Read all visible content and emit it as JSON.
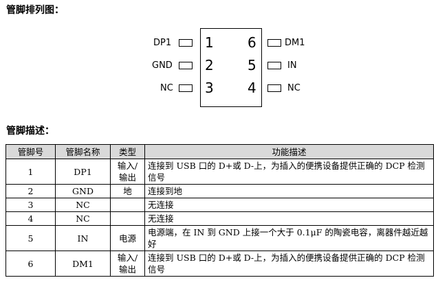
{
  "titles": {
    "pinout": "管脚排列图：",
    "description": "管脚描述："
  },
  "diagram": {
    "left_pins": [
      {
        "label": "DP1",
        "number": "1"
      },
      {
        "label": "GND",
        "number": "2"
      },
      {
        "label": "NC",
        "number": "3"
      }
    ],
    "right_pins": [
      {
        "label": "DM1",
        "number": "6"
      },
      {
        "label": "IN",
        "number": "5"
      },
      {
        "label": "NC",
        "number": "4"
      }
    ]
  },
  "table": {
    "headers": [
      "管脚号",
      "管脚名称",
      "类型",
      "功能描述"
    ],
    "rows": [
      {
        "num": "1",
        "name": "DP1",
        "type": "输入/输出",
        "desc": "连接到 USB 口的 D+或 D-上，为插入的便携设备提供正确的 DCP 检测信号"
      },
      {
        "num": "2",
        "name": "GND",
        "type": "地",
        "desc": "连接到地"
      },
      {
        "num": "3",
        "name": "NC",
        "type": "",
        "desc": "无连接"
      },
      {
        "num": "4",
        "name": "NC",
        "type": "",
        "desc": "无连接"
      },
      {
        "num": "5",
        "name": "IN",
        "type": "电源",
        "desc": "电源端，在 IN 到 GND 上接一个大于 0.1μF 的陶瓷电容，离器件越近越好"
      },
      {
        "num": "6",
        "name": "DM1",
        "type": "输入/输出",
        "desc": "连接到 USB 口的 D+或 D-上，为插入的便携设备提供正确的 DCP 检测信号"
      }
    ]
  }
}
